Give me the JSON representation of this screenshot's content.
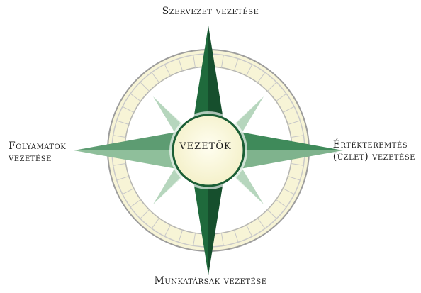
{
  "center": {
    "label": "vezetők"
  },
  "labels": {
    "top": "Szervezet vezetése",
    "bottom": "Munkatársak vezetése",
    "left": [
      "Folyamatok",
      "vezetése"
    ],
    "right": [
      "Értékteremtés",
      "(üzlet) vezetése"
    ]
  },
  "colors": {
    "dark_green": "#1b5e35",
    "mid_green": "#3f8a5a",
    "light_green": "#9cc8a8",
    "cream": "#f6f3cf",
    "ring_grey": "#b8b8b8"
  }
}
